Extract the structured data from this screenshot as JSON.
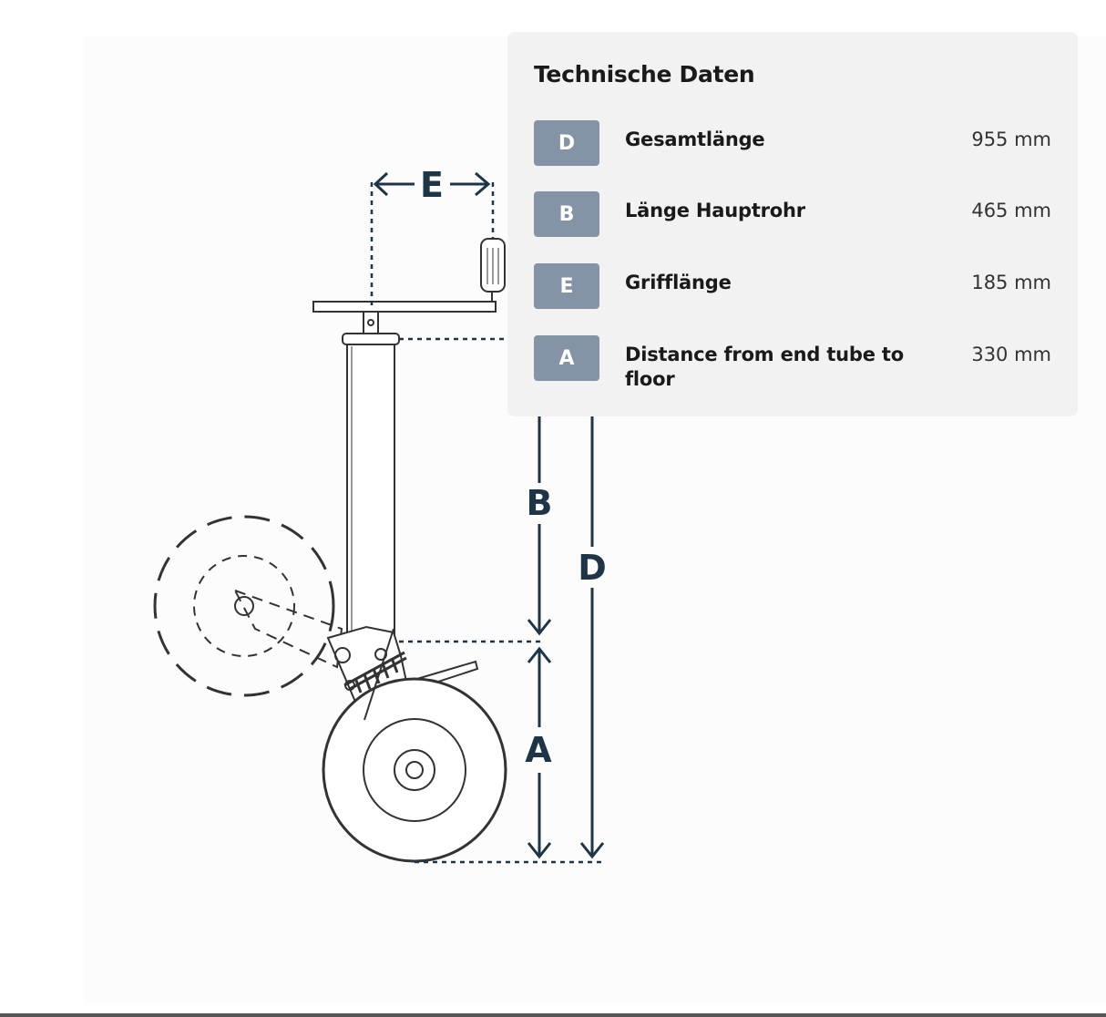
{
  "diagram": {
    "dimension_letters": {
      "e": "E",
      "b": "B",
      "d": "D",
      "a": "A"
    },
    "line_color": "#1e3447"
  },
  "specs": {
    "title": "Technische Daten",
    "rows": [
      {
        "badge": "D",
        "label": "Gesamtlänge",
        "value": "955 mm"
      },
      {
        "badge": "B",
        "label": "Länge Hauptrohr",
        "value": "465 mm"
      },
      {
        "badge": "E",
        "label": "Grifflänge",
        "value": "185 mm"
      },
      {
        "badge": "A",
        "label": "Distance from end tube to floor",
        "value": "330 mm"
      }
    ],
    "badge_color": "#8493a6",
    "panel_color": "#f2f2f2"
  }
}
